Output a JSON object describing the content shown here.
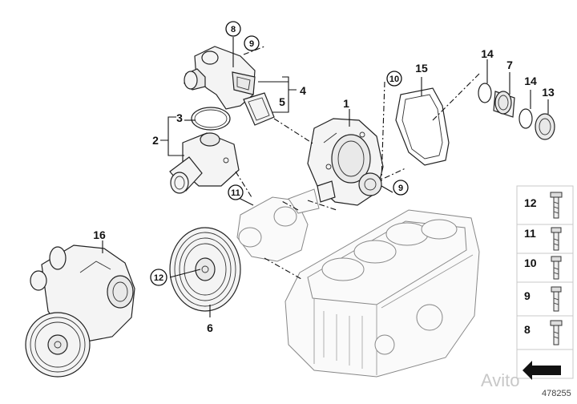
{
  "callouts": {
    "c1": "1",
    "c2": "2",
    "c3": "3",
    "c4": "4",
    "c5": "5",
    "c6": "6",
    "c7": "7",
    "c8": "8",
    "c9a": "9",
    "c9b": "9",
    "c10": "10",
    "c11": "11",
    "c12": "12",
    "c13": "13",
    "c14a": "14",
    "c14b": "14",
    "c15": "15",
    "c16": "16"
  },
  "fasteners": [
    "12",
    "11",
    "10",
    "9",
    "8"
  ],
  "catalog_number": "478255",
  "watermark": {
    "text": "Avito"
  },
  "colors": {
    "ink": "#111111",
    "panel_border": "#c8c8c8",
    "background": "#ffffff"
  }
}
